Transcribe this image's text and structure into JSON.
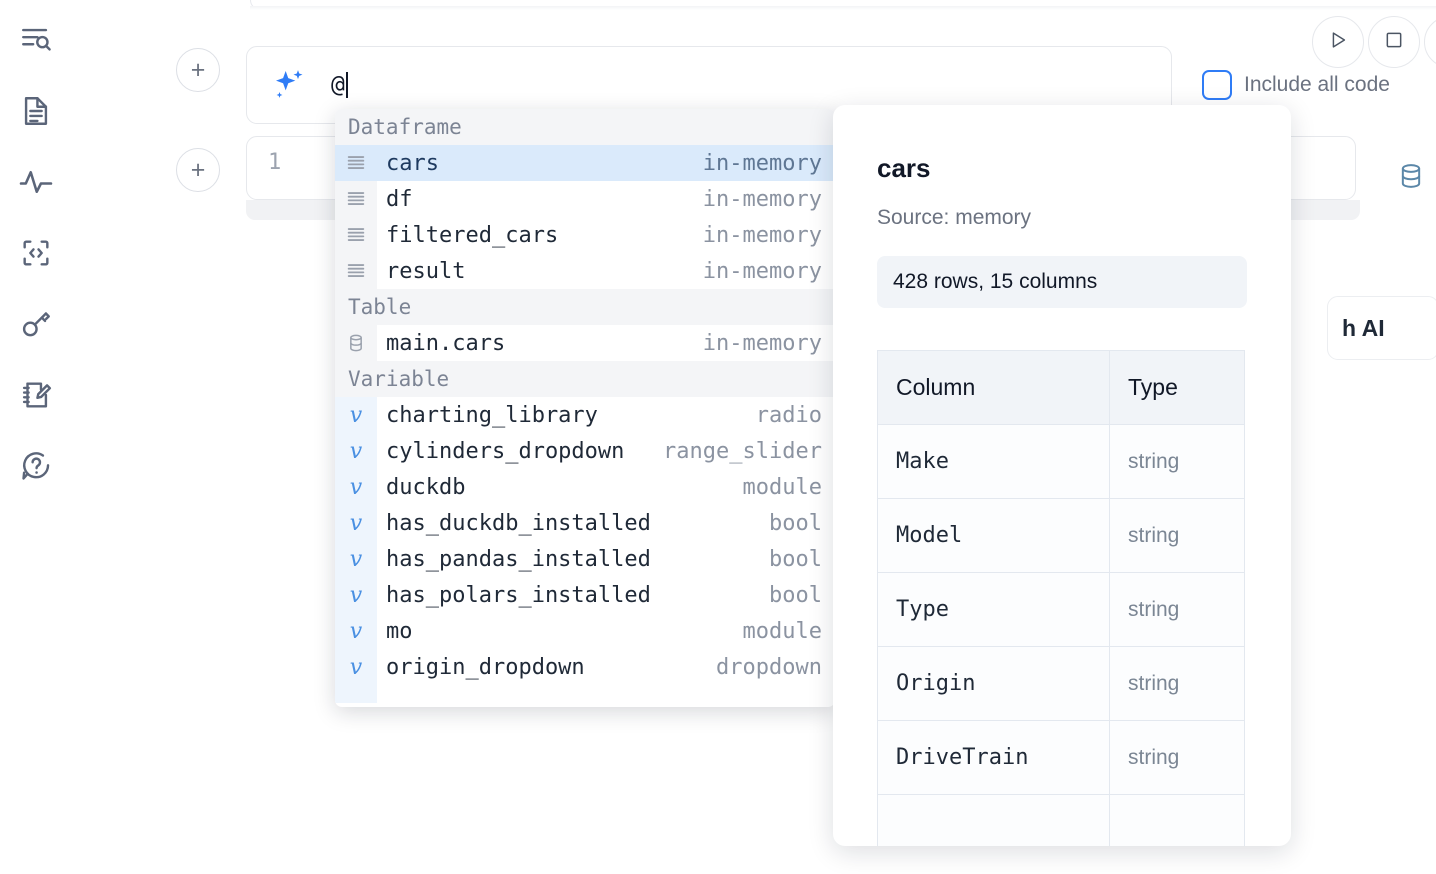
{
  "sidebar": {
    "items": [
      {
        "icon": "outline-search-icon",
        "name": "sidebar-item-explore"
      },
      {
        "icon": "document-icon",
        "name": "sidebar-item-files"
      },
      {
        "icon": "activity-pulse-icon",
        "name": "sidebar-item-variables"
      },
      {
        "icon": "code-brackets-icon",
        "name": "sidebar-item-snippets"
      },
      {
        "icon": "key-icon",
        "name": "sidebar-item-secrets"
      },
      {
        "icon": "notebook-pencil-icon",
        "name": "sidebar-item-scratchpad"
      },
      {
        "icon": "help-chat-icon",
        "name": "sidebar-item-help"
      }
    ]
  },
  "toolbar": {
    "add_cell_label": "+",
    "run_label": "run-icon",
    "stop_label": "stop-icon",
    "include_all_code_label": "Include all code",
    "include_all_code_checked": false
  },
  "ai_prompt": {
    "value": "@",
    "sparkle_icon": "sparkles-icon"
  },
  "code_cell": {
    "line_number": "1",
    "database_icon": "database-icon",
    "markdown_icon": "M",
    "markdown_icon_arrow": "↓"
  },
  "with_ai_button": {
    "label": "h AI"
  },
  "autocomplete": {
    "groups": [
      {
        "label": "Dataframe",
        "items": [
          {
            "icon": "dataframe-icon",
            "name": "cars",
            "meta": "in-memory",
            "selected": true
          },
          {
            "icon": "dataframe-icon",
            "name": "df",
            "meta": "in-memory",
            "selected": false
          },
          {
            "icon": "dataframe-icon",
            "name": "filtered_cars",
            "meta": "in-memory",
            "selected": false
          },
          {
            "icon": "dataframe-icon",
            "name": "result",
            "meta": "in-memory",
            "selected": false
          }
        ]
      },
      {
        "label": "Table",
        "items": [
          {
            "icon": "table-icon",
            "name": "main.cars",
            "meta": "in-memory",
            "selected": false
          }
        ]
      },
      {
        "label": "Variable",
        "items": [
          {
            "icon": "variable-icon",
            "name": "charting_library",
            "meta": "radio",
            "selected": false
          },
          {
            "icon": "variable-icon",
            "name": "cylinders_dropdown",
            "meta": "range_slider",
            "selected": false
          },
          {
            "icon": "variable-icon",
            "name": "duckdb",
            "meta": "module",
            "selected": false
          },
          {
            "icon": "variable-icon",
            "name": "has_duckdb_installed",
            "meta": "bool",
            "selected": false
          },
          {
            "icon": "variable-icon",
            "name": "has_pandas_installed",
            "meta": "bool",
            "selected": false
          },
          {
            "icon": "variable-icon",
            "name": "has_polars_installed",
            "meta": "bool",
            "selected": false
          },
          {
            "icon": "variable-icon",
            "name": "mo",
            "meta": "module",
            "selected": false
          },
          {
            "icon": "variable-icon",
            "name": "origin_dropdown",
            "meta": "dropdown",
            "selected": false
          }
        ]
      }
    ],
    "variable_glyph": "v"
  },
  "detail": {
    "title": "cars",
    "source": "Source: memory",
    "shape": "428 rows, 15 columns",
    "table": {
      "headers": [
        "Column",
        "Type"
      ],
      "rows": [
        [
          "Make",
          "string"
        ],
        [
          "Model",
          "string"
        ],
        [
          "Type",
          "string"
        ],
        [
          "Origin",
          "string"
        ],
        [
          "DriveTrain",
          "string"
        ]
      ]
    }
  },
  "colors": {
    "accent_blue": "#2f7cf6",
    "selected_row_bg": "#daeafb",
    "icon_gray": "#5b6579",
    "cell_icon_blue": "#5b87a8"
  }
}
